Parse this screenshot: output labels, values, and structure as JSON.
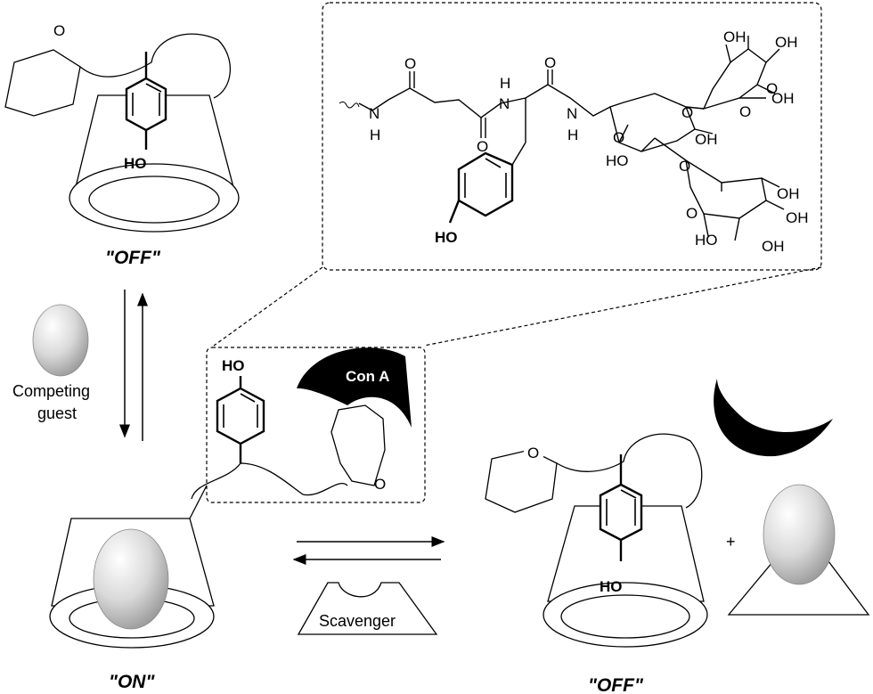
{
  "labels": {
    "off_top": "\"OFF\"",
    "on_state": "\"ON\"",
    "off_bottom": "\"OFF\"",
    "competing_guest_line1": "Competing",
    "competing_guest_line2": "guest",
    "scavenger": "Scavenger",
    "con_a": "Con A",
    "plus": "+"
  },
  "atoms": {
    "oxygen": "O",
    "hydroxyl_left": "HO",
    "hydroxyl_right": "OH",
    "nh": "N",
    "h": "H"
  },
  "colors": {
    "ink": "#000000",
    "background": "#ffffff",
    "guest_light": "#ffffff",
    "guest_dark": "#9a9a9a"
  }
}
